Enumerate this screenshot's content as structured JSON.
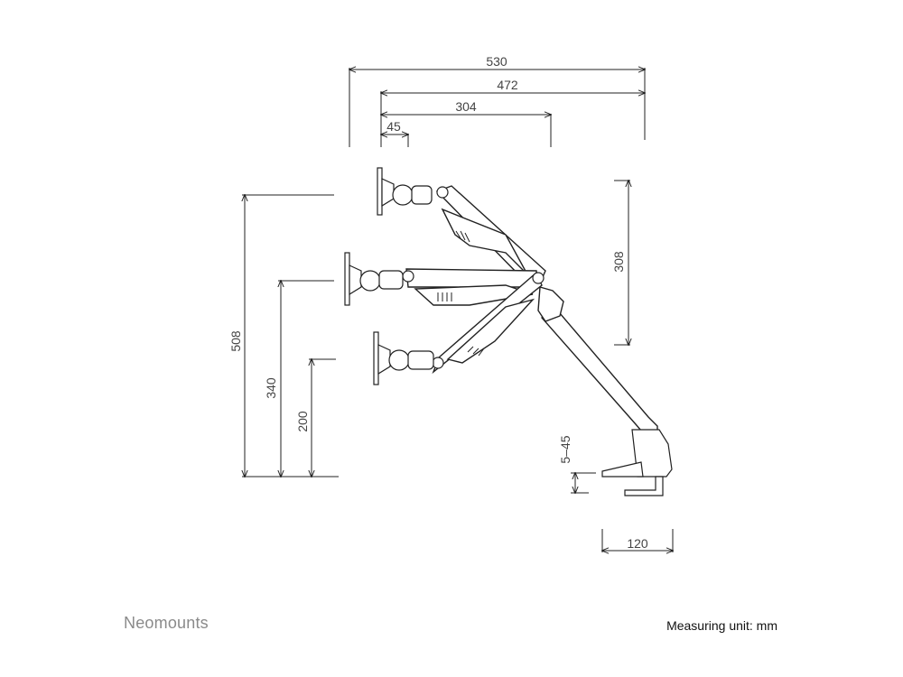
{
  "footer": {
    "brand": "Neomounts",
    "unit_note": "Measuring unit: mm"
  },
  "dimensions": {
    "width_total": "530",
    "width_2": "472",
    "width_3": "304",
    "width_4": "45",
    "height_total": "508",
    "height_mid": "340",
    "height_low": "200",
    "range_arm": "308",
    "clamp_range": "5–45",
    "base_width": "120"
  }
}
